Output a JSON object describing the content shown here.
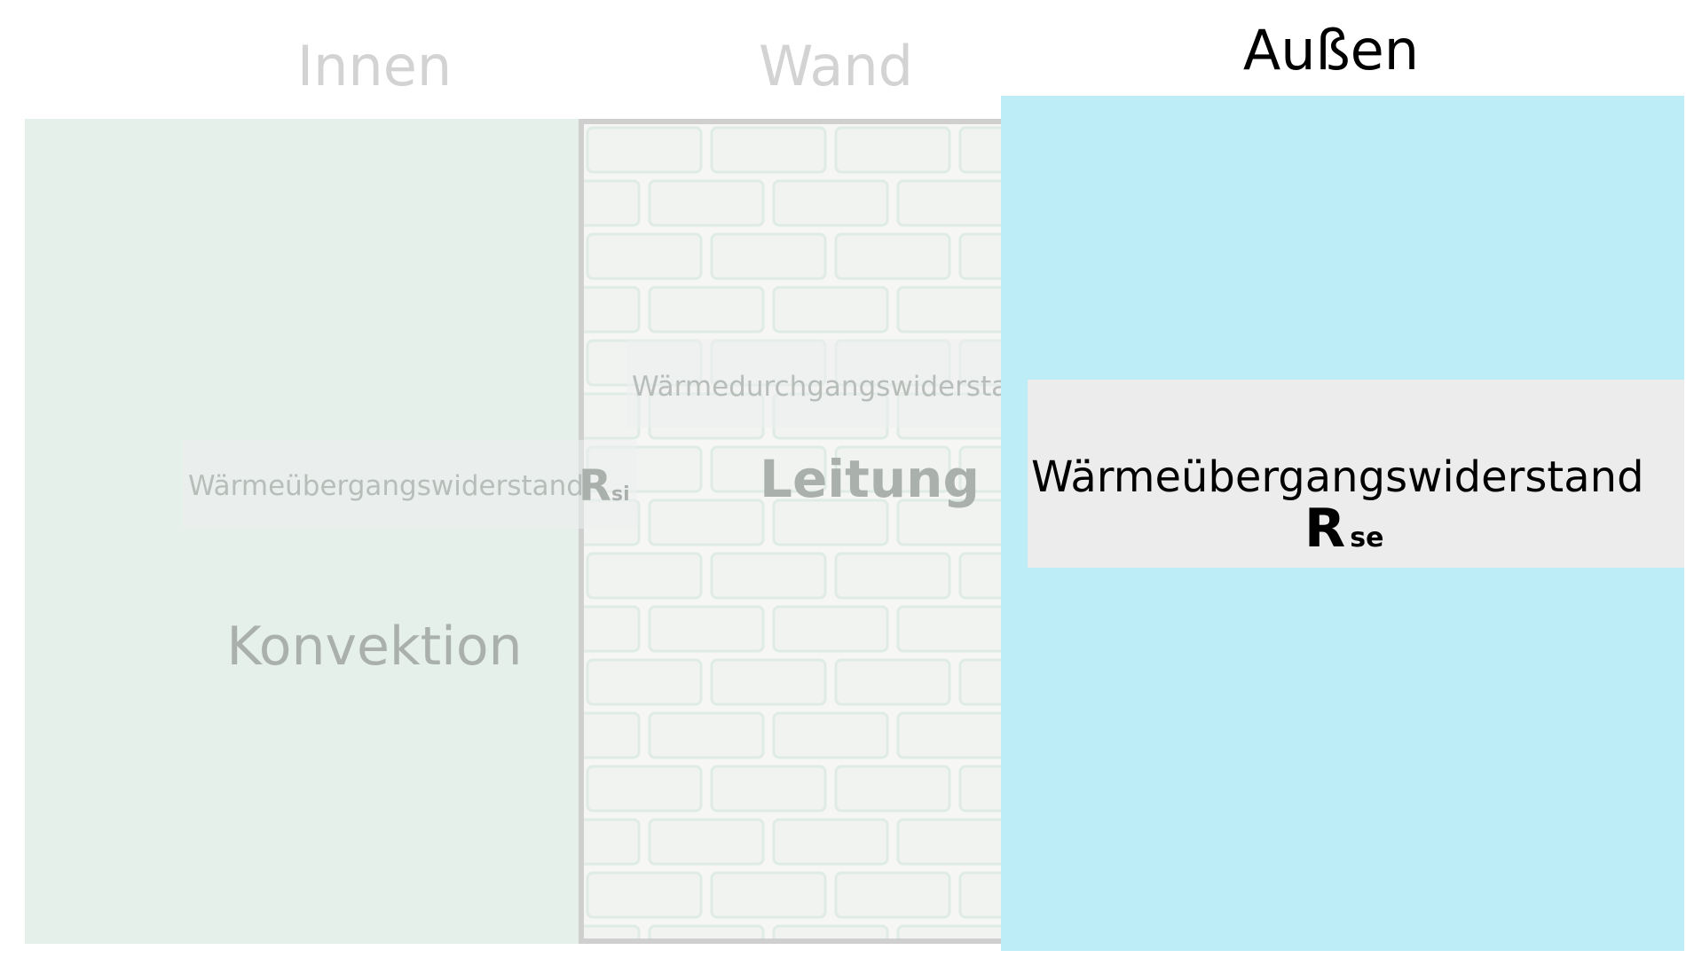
{
  "zones": {
    "inside": {
      "title": "Innen",
      "mechanism": "Konvektion",
      "resistance_label": "Wärmeübergangswiderstand",
      "resistance_symbol": "R",
      "resistance_subscript": "si"
    },
    "wall": {
      "title": "Wand",
      "mechanism": "Leitung",
      "resistance_label": "Wärmedurchgangswiderstan"
    },
    "outside": {
      "title": "Außen",
      "resistance_label": "Wärmeübergangswiderstand",
      "resistance_symbol": "R",
      "resistance_subscript": "se"
    }
  },
  "colors": {
    "inside_fill": "#e6f0ea",
    "wall_fill": "#f6f6f4",
    "outside_fill": "#bdeef8",
    "highlight_band": "#ececec",
    "dimmed_text": "#d3d3d3"
  },
  "active_zone": "outside"
}
